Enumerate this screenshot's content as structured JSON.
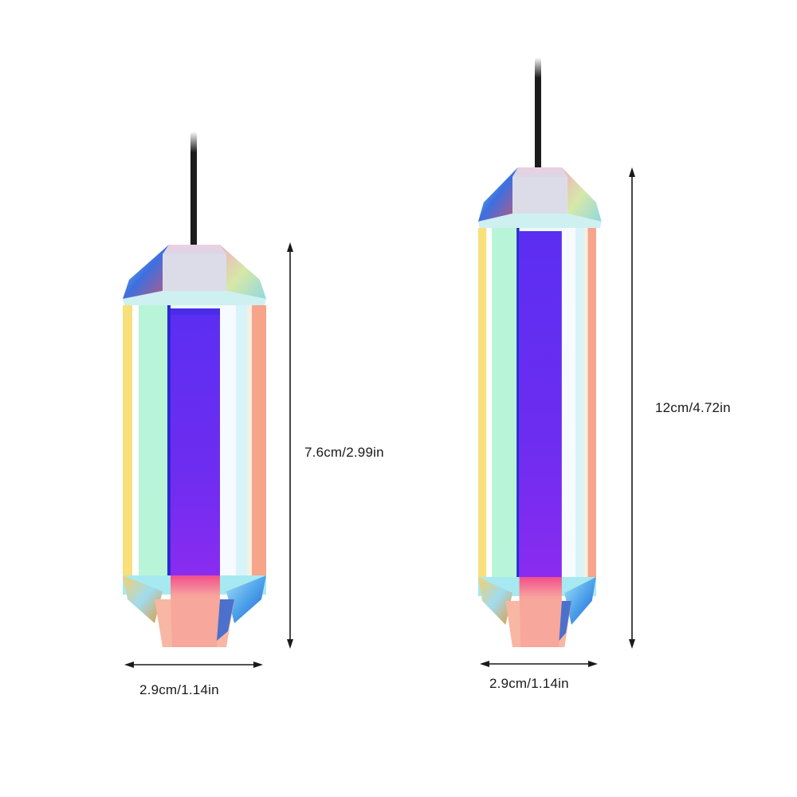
{
  "image": {
    "subject": "Two rainbow iridescent crystal prism pendants on black cords",
    "background_color": "#ffffff"
  },
  "products": [
    {
      "name": "small-crystal-pendant",
      "height_label": "7.6cm/2.99in",
      "width_label": "2.9cm/1.14in"
    },
    {
      "name": "large-crystal-pendant",
      "height_label": "12cm/4.72in",
      "width_label": "2.9cm/1.14in"
    }
  ],
  "colors": {
    "cord": "#1c1c1c",
    "violet_core": "#6a2cf0",
    "pink_tip": "#f46a86",
    "mint": "#b8f5d8",
    "cyan": "#8fe3f0",
    "yellow": "#f8e07a",
    "coral": "#f6a48a",
    "blue_facet": "#2f6fe0",
    "arrow": "#1a1a1a"
  }
}
